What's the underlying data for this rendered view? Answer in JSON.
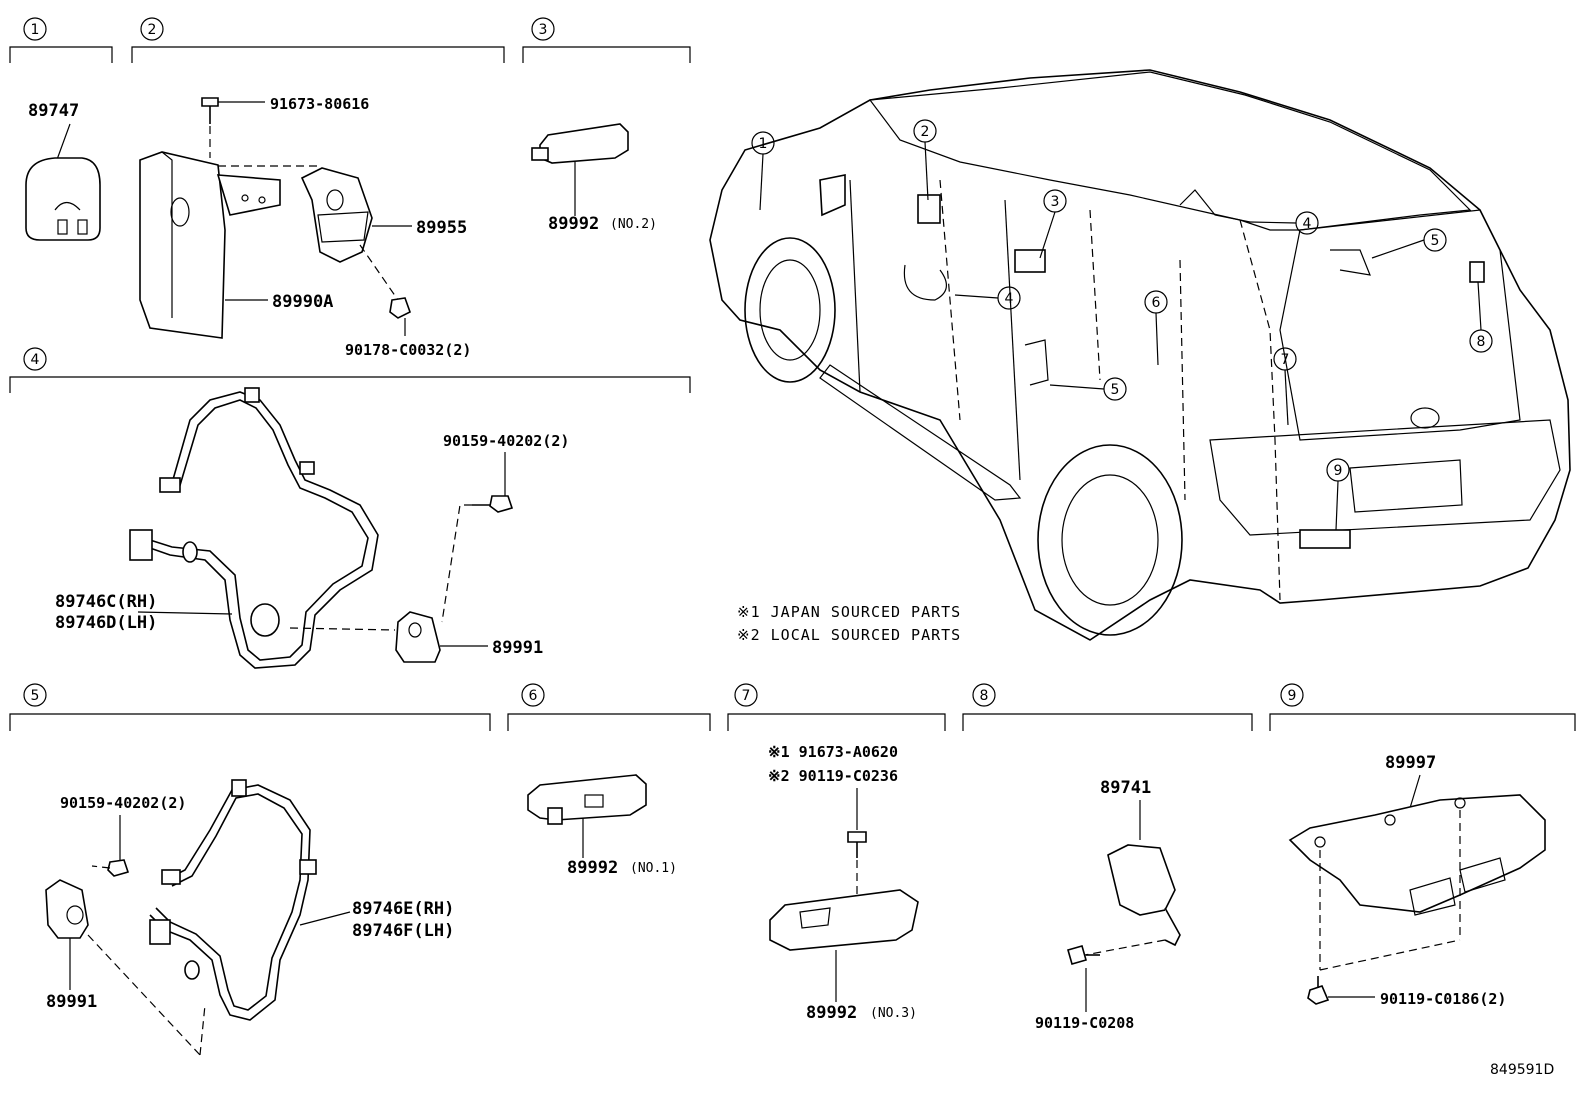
{
  "sections": [
    {
      "num": "1"
    },
    {
      "num": "2"
    },
    {
      "num": "3"
    },
    {
      "num": "4"
    },
    {
      "num": "5"
    },
    {
      "num": "6"
    },
    {
      "num": "7"
    },
    {
      "num": "8"
    },
    {
      "num": "9"
    }
  ],
  "parts": {
    "s1_main": "89747",
    "s2_bolt": "91673-80616",
    "s2_bracket": "89955",
    "s2_ecu": "89990A",
    "s2_nut": "90178-C0032(2)",
    "s3_part": "89992",
    "s3_qual": "(NO.2)",
    "s4_bolt": "90159-40202(2)",
    "s4_harness_rh": "89746C(RH)",
    "s4_harness_lh": "89746D(LH)",
    "s4_ecu": "89991",
    "s5_bolt": "90159-40202(2)",
    "s5_harness_rh": "89746E(RH)",
    "s5_harness_lh": "89746F(LH)",
    "s5_ecu": "89991",
    "s6_part": "89992",
    "s6_qual": "(NO.1)",
    "s7_bolt1": "※1 91673-A0620",
    "s7_bolt2": "※2 90119-C0236",
    "s7_part": "89992",
    "s7_qual": "(NO.3)",
    "s8_part": "89741",
    "s8_bolt": "90119-C0208",
    "s9_part": "89997",
    "s9_bolt": "90119-C0186(2)"
  },
  "vehicle_callouts": [
    "1",
    "2",
    "3",
    "4",
    "4",
    "5",
    "5",
    "6",
    "7",
    "8",
    "9"
  ],
  "notes": {
    "note1": "※1 JAPAN SOURCED PARTS",
    "note2": "※2 LOCAL SOURCED PARTS"
  },
  "drawing_id": "849591D"
}
